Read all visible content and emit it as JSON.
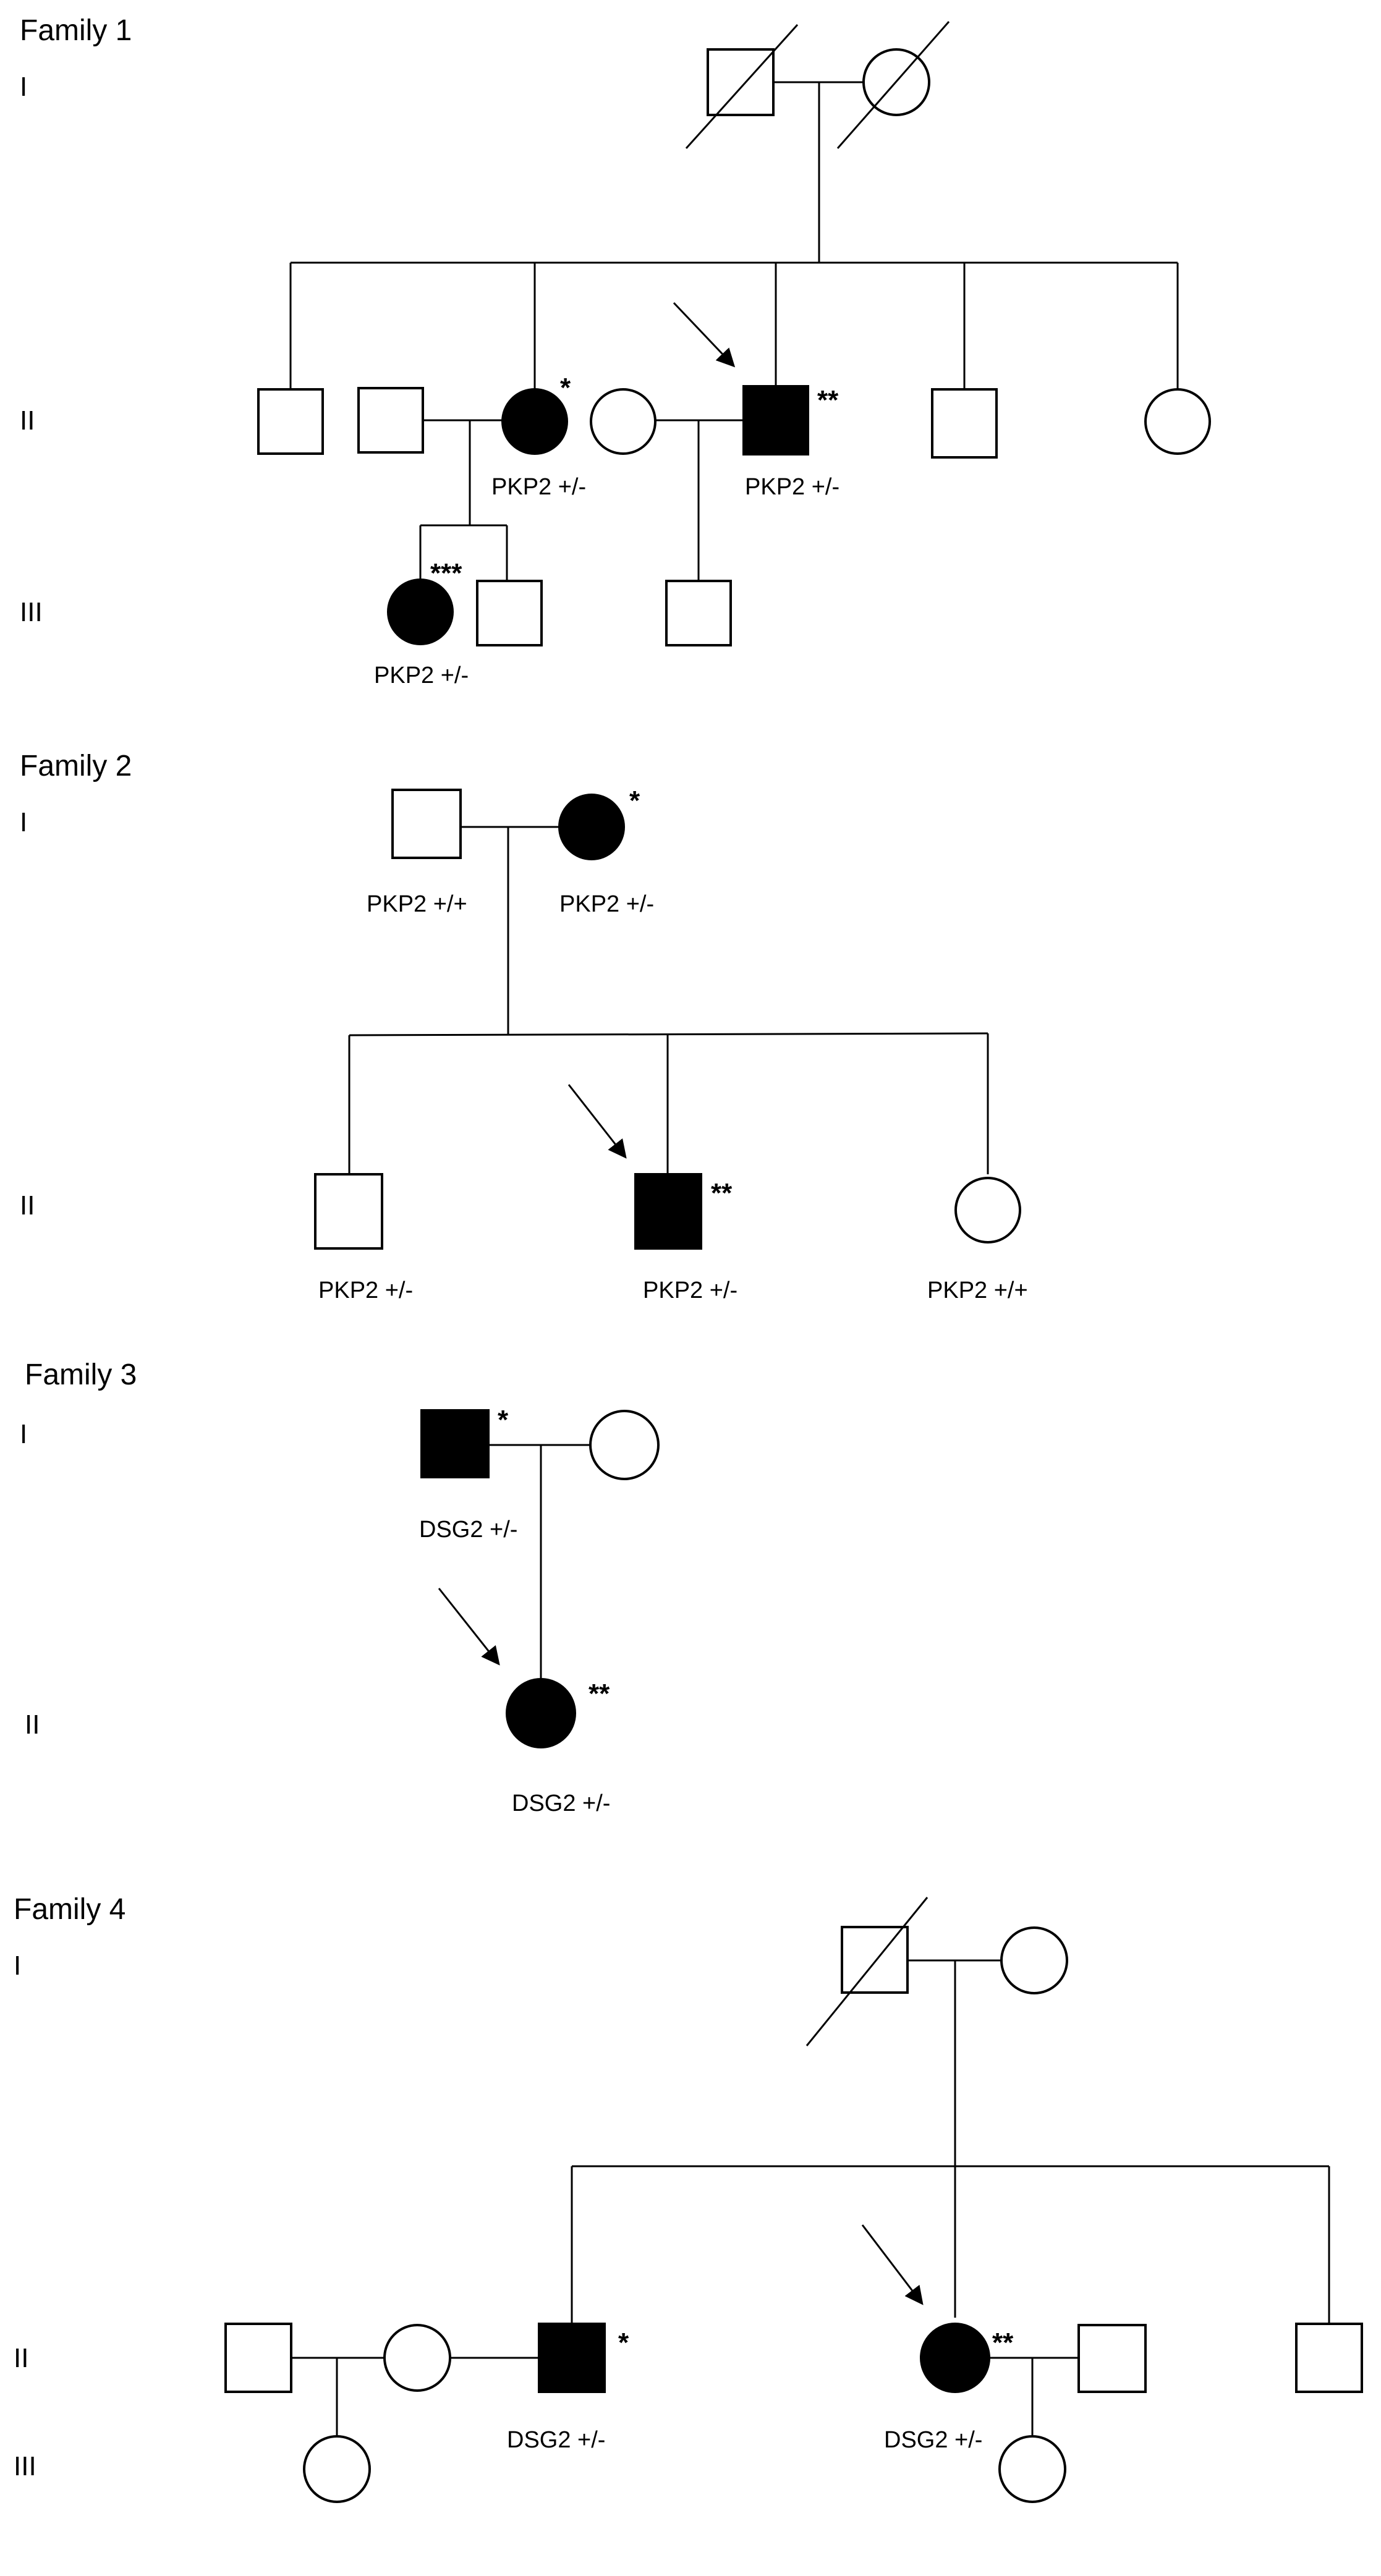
{
  "families": [
    {
      "title": "Family 1",
      "generations": [
        "I",
        "II",
        "III"
      ],
      "genotypes": [
        "PKP2 +/-",
        "PKP2 +/-",
        "PKP2 +/-"
      ],
      "markers": [
        "*",
        "**",
        "***"
      ]
    },
    {
      "title": "Family 2",
      "generations": [
        "I",
        "II"
      ],
      "genotypes": [
        "PKP2 +/+",
        "PKP2 +/-",
        "PKP2 +/-",
        "PKP2 +/-",
        "PKP2 +/+"
      ],
      "markers": [
        "*",
        "**"
      ]
    },
    {
      "title": "Family 3",
      "generations": [
        "I",
        "II"
      ],
      "genotypes": [
        "DSG2 +/-",
        "DSG2 +/-"
      ],
      "markers": [
        "*",
        "**"
      ]
    },
    {
      "title": "Family 4",
      "generations": [
        "I",
        "II",
        "III"
      ],
      "genotypes": [
        "DSG2 +/-",
        "DSG2 +/-"
      ],
      "markers": [
        "*",
        "**"
      ]
    }
  ],
  "colors": {
    "affected": "#000000",
    "unaffected": "#ffffff",
    "line": "#000000"
  }
}
